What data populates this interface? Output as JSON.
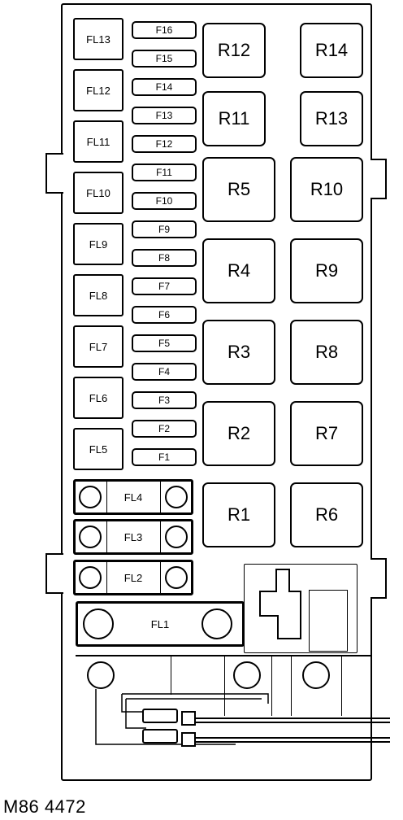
{
  "diagram": {
    "caption": "M86 4472",
    "small_fuses": [
      "F16",
      "F15",
      "F14",
      "F13",
      "F12",
      "F11",
      "F10",
      "F9",
      "F8",
      "F7",
      "F6",
      "F5",
      "F4",
      "F3",
      "F2",
      "F1"
    ],
    "fusible_links_small": [
      "FL13",
      "FL12",
      "FL11",
      "FL10",
      "FL9",
      "FL8",
      "FL7",
      "FL6",
      "FL5"
    ],
    "fusible_links_large": [
      "FL4",
      "FL3",
      "FL2",
      "FL1"
    ],
    "relays_left": [
      "R12",
      "R11",
      "R5",
      "R4",
      "R3",
      "R2",
      "R1"
    ],
    "relays_right": [
      "R14",
      "R13",
      "R10",
      "R9",
      "R8",
      "R7",
      "R6"
    ]
  }
}
